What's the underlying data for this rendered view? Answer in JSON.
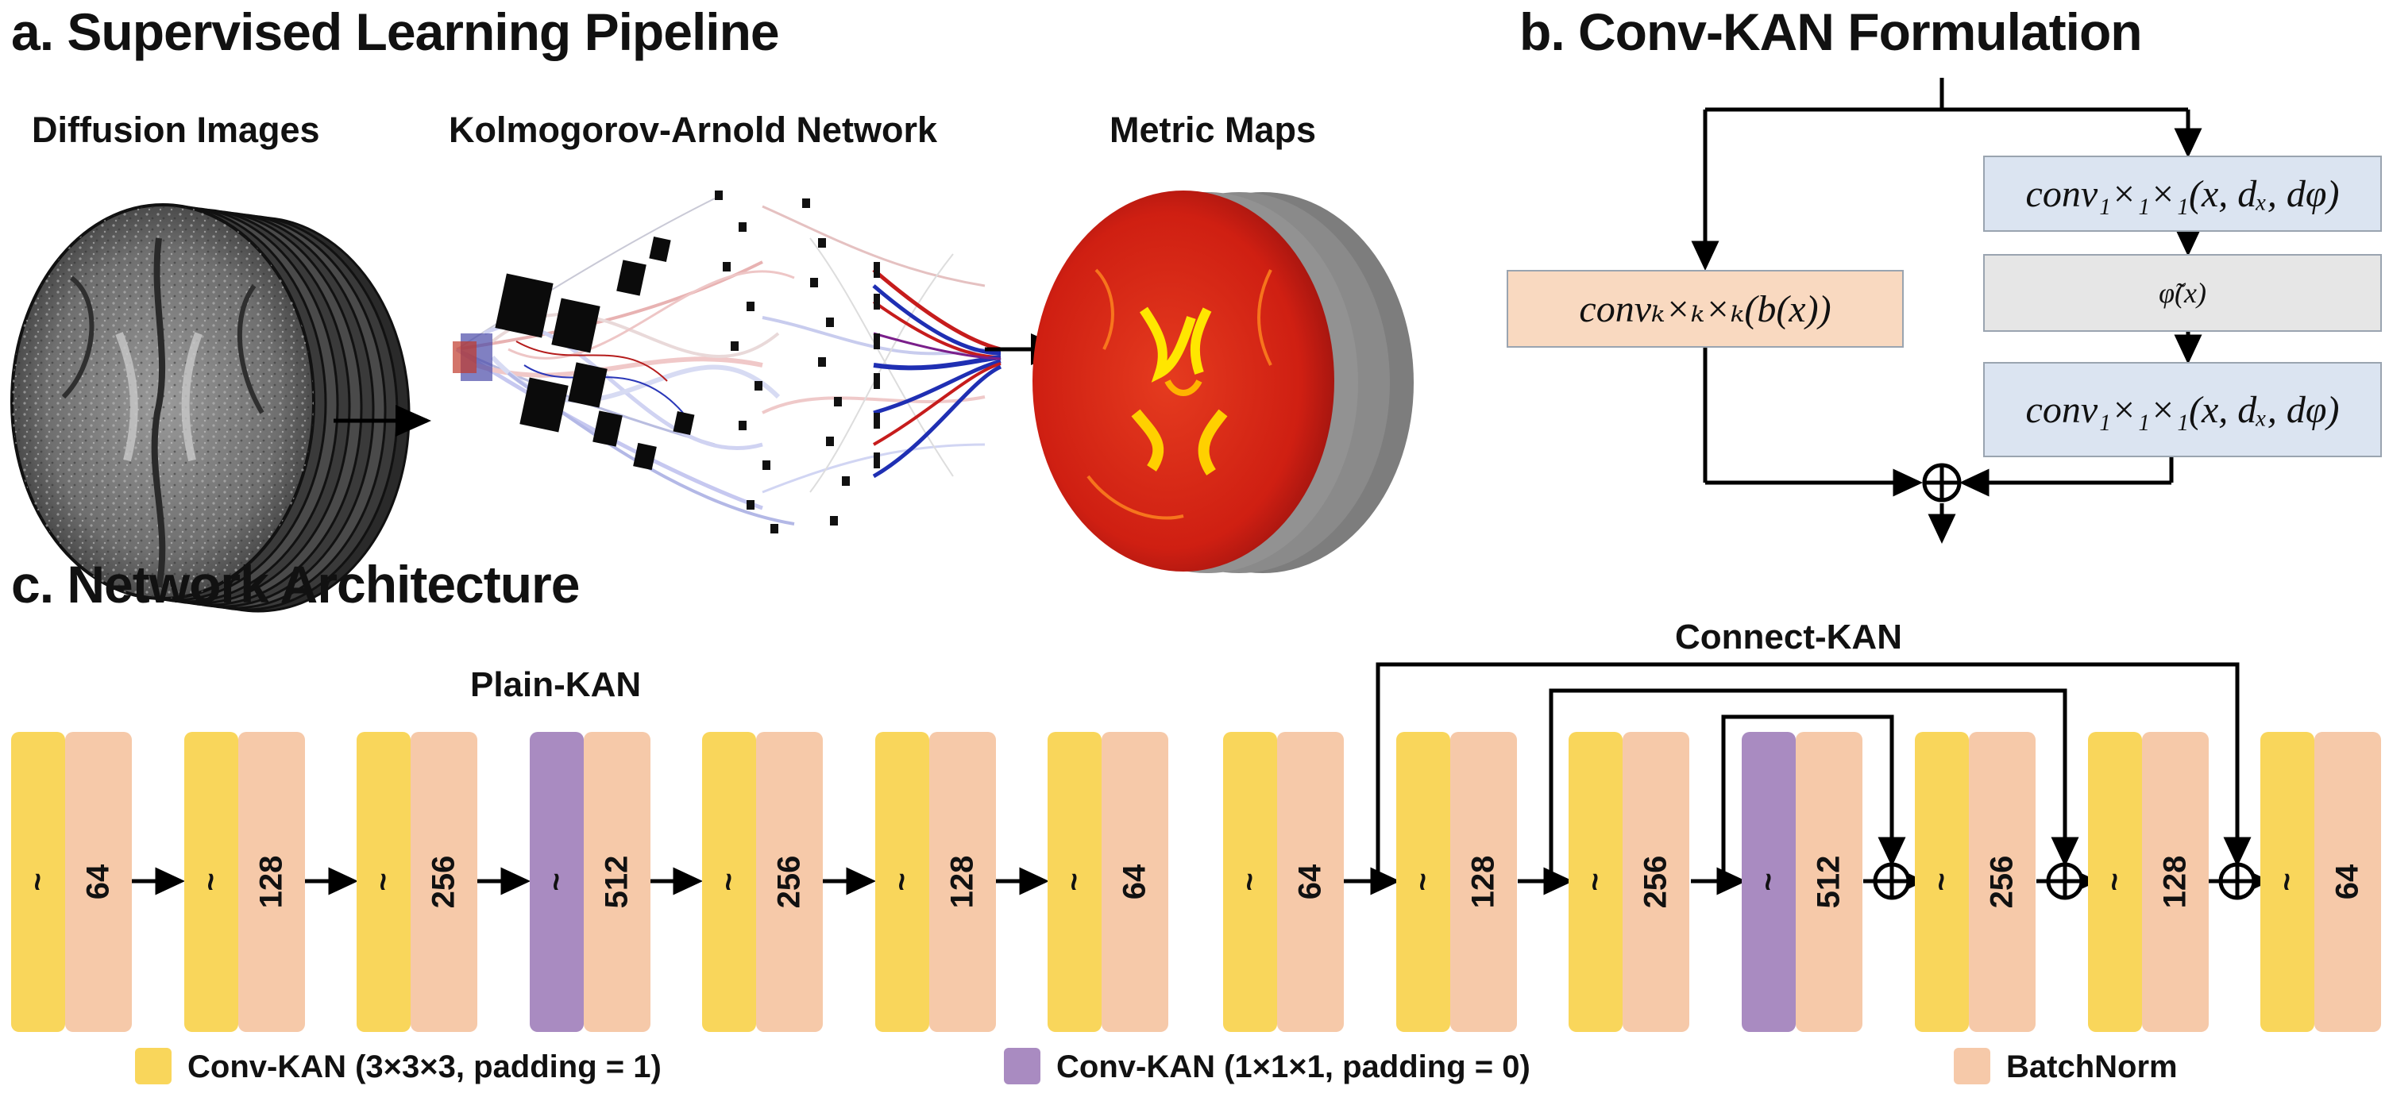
{
  "panel_a": {
    "title": "a. Supervised Learning Pipeline",
    "label_diffusion": "Diffusion Images",
    "label_kan": "Kolmogorov-Arnold Network",
    "label_metric": "Metric Maps"
  },
  "panel_b": {
    "title": "b. Conv-KAN Formulation",
    "box_top": "conv₁×₁×₁(x, dₓ, dφ)",
    "box_phi": "φ̃(x)",
    "box_bottom": "conv₁×₁×₁(x, dₓ, dφ)",
    "box_left": "convₖ×ₖ×ₖ(b(x))",
    "sum_symbol": "⊕"
  },
  "panel_c": {
    "title": "c. Network Architecture",
    "plain_label": "Plain-KAN",
    "connect_label": "Connect-KAN",
    "kan_symbol": "~",
    "plain_channels": [
      "64",
      "128",
      "256",
      "512",
      "256",
      "128",
      "64"
    ],
    "connect_channels": [
      "64",
      "128",
      "256",
      "512",
      "256",
      "128",
      "64"
    ],
    "legend": {
      "item1": "Conv-KAN (3×3×3, padding = 1)",
      "item2": "Conv-KAN (1×1×1, padding = 0)",
      "item3": "BatchNorm"
    }
  },
  "colors": {
    "conv_kan_3": "#f9d65b",
    "conv_kan_1": "#a98bc1",
    "batchnorm": "#f6c9a9",
    "formula_blue": "#dbe4f1",
    "formula_gray": "#e6e6e6",
    "formula_peach": "#f9d9c0"
  }
}
